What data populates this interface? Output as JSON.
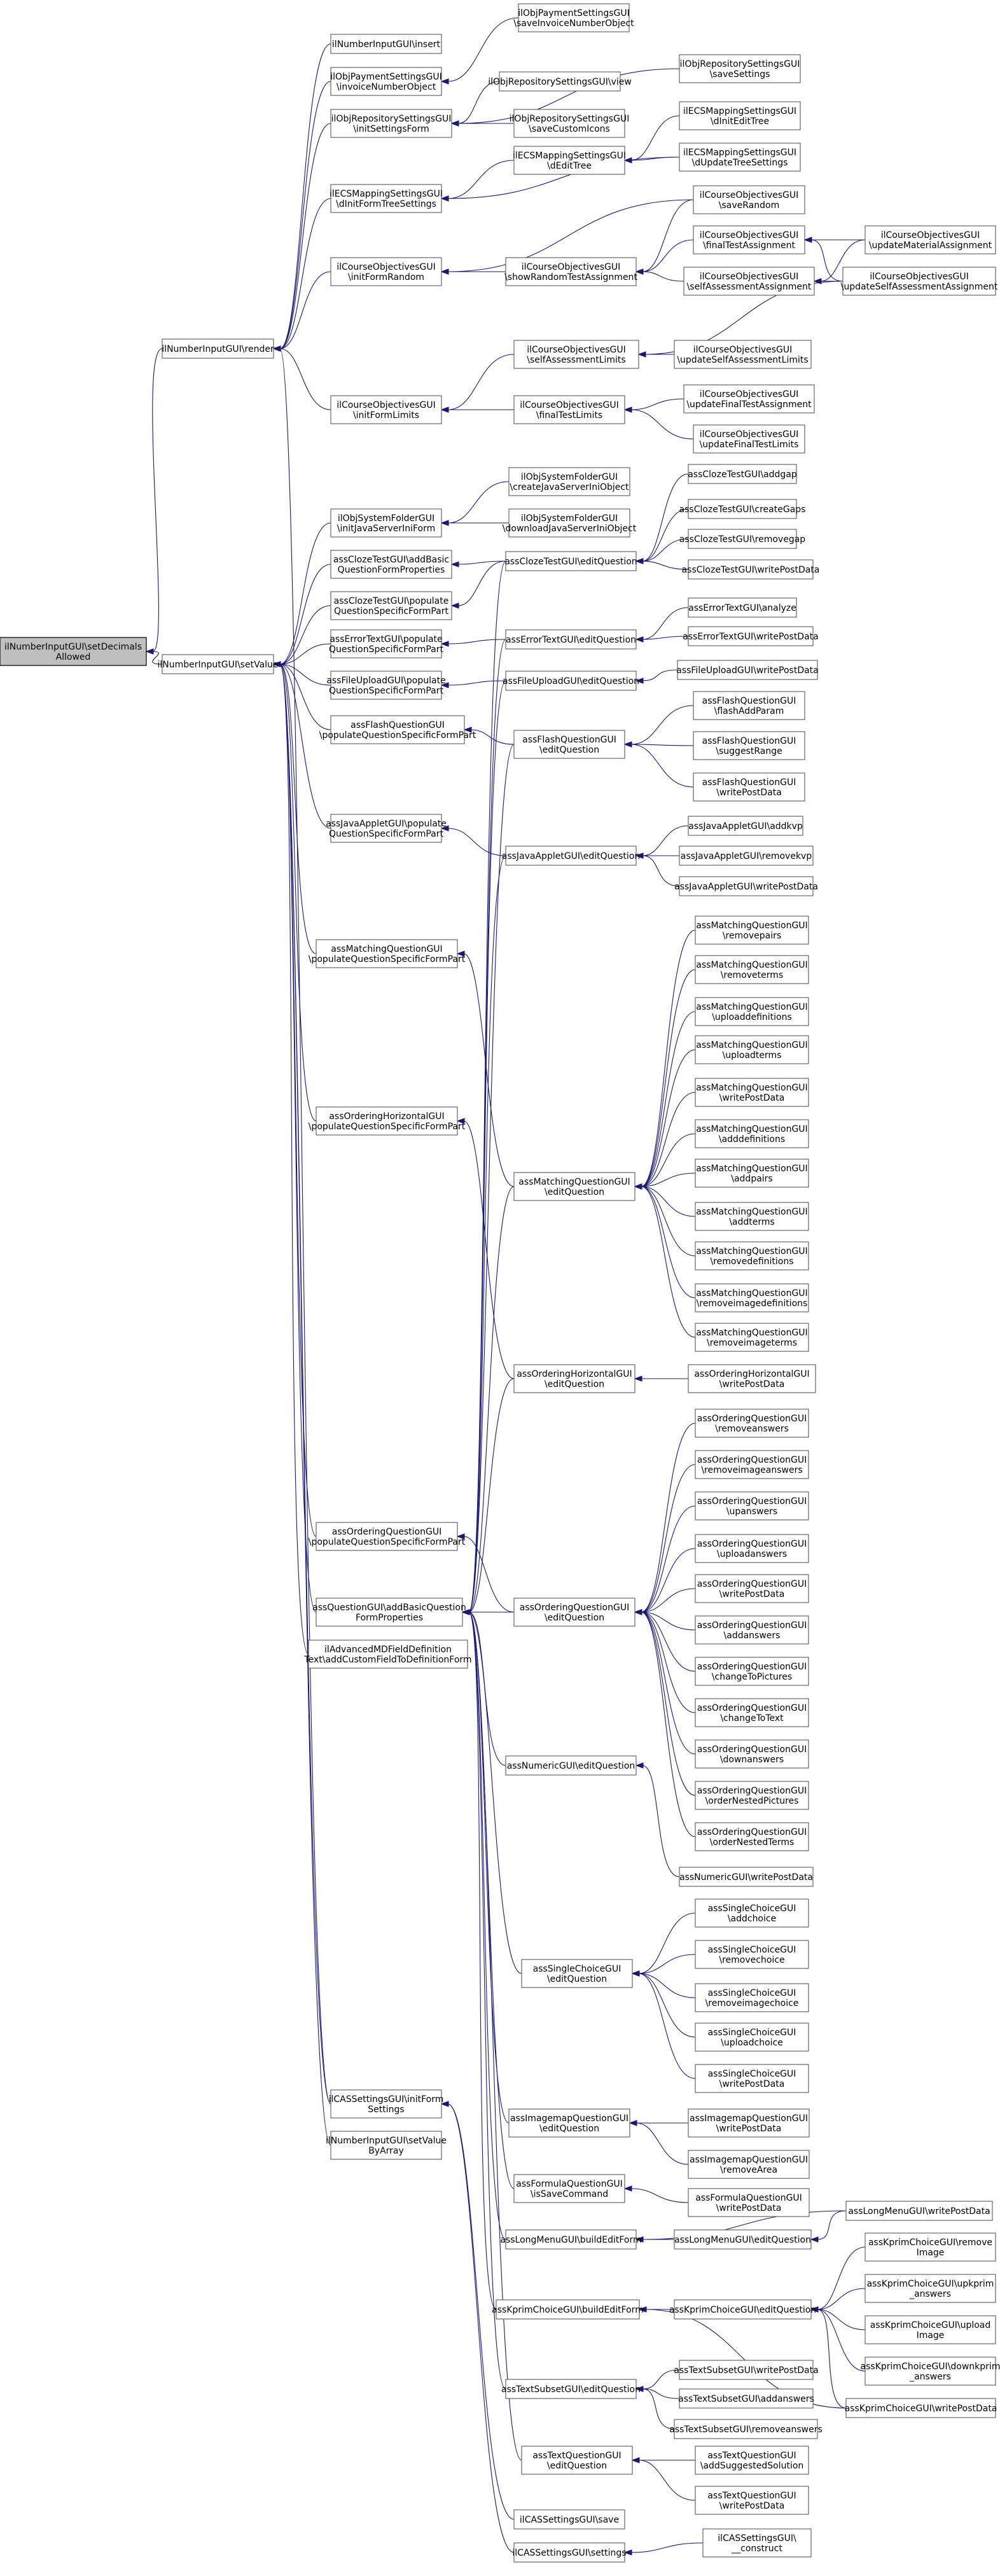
{
  "nodes": {
    "root": [
      "ilNumberInputGUI\\setDecimals",
      "Allowed"
    ],
    "render": [
      "ilNumberInputGUI\\render"
    ],
    "setValue": [
      "ilNumberInputGUI\\setValue"
    ],
    "insert": [
      "ilNumberInputGUI\\insert"
    ],
    "invoiceNumber": [
      "ilObjPaymentSettingsGUI",
      "\\invoiceNumberObject"
    ],
    "saveInvoice": [
      "ilObjPaymentSettingsGUI",
      "\\saveInvoiceNumberObject"
    ],
    "initSettingsForm": [
      "ilObjRepositorySettingsGUI",
      "\\initSettingsForm"
    ],
    "repoView": [
      "ilObjRepositorySettingsGUI\\view"
    ],
    "repoSaveSettings": [
      "ilObjRepositorySettingsGUI",
      "\\saveSettings"
    ],
    "repoSaveCustomIcons": [
      "ilObjRepositorySettingsGUI",
      "\\saveCustomIcons"
    ],
    "ecsInitFormTree": [
      "ilECSMappingSettingsGUI",
      "\\dInitFormTreeSettings"
    ],
    "ecsEditTree": [
      "ilECSMappingSettingsGUI",
      "\\dEditTree"
    ],
    "ecsInitEditTree": [
      "ilECSMappingSettingsGUI",
      "\\dInitEditTree"
    ],
    "ecsUpdateTree": [
      "ilECSMappingSettingsGUI",
      "\\dUpdateTreeSettings"
    ],
    "coInitFormRandom": [
      "ilCourseObjectivesGUI",
      "\\initFormRandom"
    ],
    "coShowRandom": [
      "ilCourseObjectivesGUI",
      "\\showRandomTestAssignment"
    ],
    "coSaveRandom": [
      "ilCourseObjectivesGUI",
      "\\saveRandom"
    ],
    "coFinalTestAssignment": [
      "ilCourseObjectivesGUI",
      "\\finalTestAssignment"
    ],
    "coSelfAssessmentAssignment": [
      "ilCourseObjectivesGUI",
      "\\selfAssessmentAssignment"
    ],
    "coUpdateMaterial": [
      "ilCourseObjectivesGUI",
      "\\updateMaterialAssignment"
    ],
    "coUpdateSelfAssessmentAssignment": [
      "ilCourseObjectivesGUI",
      "\\updateSelfAssessmentAssignment"
    ],
    "coInitFormLimits": [
      "ilCourseObjectivesGUI",
      "\\initFormLimits"
    ],
    "coSelfAssessmentLimits": [
      "ilCourseObjectivesGUI",
      "\\selfAssessmentLimits"
    ],
    "coFinalTestLimits": [
      "ilCourseObjectivesGUI",
      "\\finalTestLimits"
    ],
    "coUpdateSelfAssessmentLimits": [
      "ilCourseObjectivesGUI",
      "\\updateSelfAssessmentLimits"
    ],
    "coUpdateFinalTestAssignment": [
      "ilCourseObjectivesGUI",
      "\\updateFinalTestAssignment"
    ],
    "coUpdateFinalTestLimits": [
      "ilCourseObjectivesGUI",
      "\\updateFinalTestLimits"
    ],
    "sysInitJava": [
      "ilObjSystemFolderGUI",
      "\\initJavaServerIniForm"
    ],
    "sysCreateJava": [
      "ilObjSystemFolderGUI",
      "\\createJavaServerIniObject"
    ],
    "sysDownloadJava": [
      "ilObjSystemFolderGUI",
      "\\downloadJavaServerIniObject"
    ],
    "clozeAddBasic": [
      "assClozeTestGUI\\addBasic",
      "QuestionFormProperties"
    ],
    "clozePopulate": [
      "assClozeTestGUI\\populate",
      "QuestionSpecificFormPart"
    ],
    "clozeEditQuestion": [
      "assClozeTestGUI\\editQuestion"
    ],
    "clozeAddgap": [
      "assClozeTestGUI\\addgap"
    ],
    "clozeCreateGaps": [
      "assClozeTestGUI\\createGaps"
    ],
    "clozeRemovegap": [
      "assClozeTestGUI\\removegap"
    ],
    "clozeWritePostData": [
      "assClozeTestGUI\\writePostData"
    ],
    "errorPopulate": [
      "assErrorTextGUI\\populate",
      "QuestionSpecificFormPart"
    ],
    "errorEditQuestion": [
      "assErrorTextGUI\\editQuestion"
    ],
    "errorAnalyze": [
      "assErrorTextGUI\\analyze"
    ],
    "errorWritePostData": [
      "assErrorTextGUI\\writePostData"
    ],
    "fileuploadPopulate": [
      "assFileUploadGUI\\populate",
      "QuestionSpecificFormPart"
    ],
    "fileuploadEditQuestion": [
      "assFileUploadGUI\\editQuestion"
    ],
    "fileuploadWritePostData": [
      "assFileUploadGUI\\writePostData"
    ],
    "flashPopulate": [
      "assFlashQuestionGUI",
      "\\populateQuestionSpecificFormPart"
    ],
    "flashEditQuestion": [
      "assFlashQuestionGUI",
      "\\editQuestion"
    ],
    "flashAddParam": [
      "assFlashQuestionGUI",
      "\\flashAddParam"
    ],
    "flashSuggestRange": [
      "assFlashQuestionGUI",
      "\\suggestRange"
    ],
    "flashWritePostData": [
      "assFlashQuestionGUI",
      "\\writePostData"
    ],
    "javaPopulate": [
      "assJavaAppletGUI\\populate",
      "QuestionSpecificFormPart"
    ],
    "javaEditQuestion": [
      "assJavaAppletGUI\\editQuestion"
    ],
    "javaAddkvp": [
      "assJavaAppletGUI\\addkvp"
    ],
    "javaRemovekvp": [
      "assJavaAppletGUI\\removekvp"
    ],
    "javaWritePostData": [
      "assJavaAppletGUI\\writePostData"
    ],
    "matchingPopulate": [
      "assMatchingQuestionGUI",
      "\\populateQuestionSpecificFormPart"
    ],
    "matchingEditQuestion": [
      "assMatchingQuestionGUI",
      "\\editQuestion"
    ],
    "matchingRemovepairs": [
      "assMatchingQuestionGUI",
      "\\removepairs"
    ],
    "matchingRemoveterms": [
      "assMatchingQuestionGUI",
      "\\removeterms"
    ],
    "matchingUploaddefinitions": [
      "assMatchingQuestionGUI",
      "\\uploaddefinitions"
    ],
    "matchingUploadterms": [
      "assMatchingQuestionGUI",
      "\\uploadterms"
    ],
    "matchingWritePostData": [
      "assMatchingQuestionGUI",
      "\\writePostData"
    ],
    "matchingAdddefinitions": [
      "assMatchingQuestionGUI",
      "\\adddefinitions"
    ],
    "matchingAddpairs": [
      "assMatchingQuestionGUI",
      "\\addpairs"
    ],
    "matchingAddterms": [
      "assMatchingQuestionGUI",
      "\\addterms"
    ],
    "matchingRemovedefinitions": [
      "assMatchingQuestionGUI",
      "\\removedefinitions"
    ],
    "matchingRemoveimagedefinitions": [
      "assMatchingQuestionGUI",
      "\\removeimagedefinitions"
    ],
    "matchingRemoveimageterms": [
      "assMatchingQuestionGUI",
      "\\removeimageterms"
    ],
    "orderingHorizPopulate": [
      "assOrderingHorizontalGUI",
      "\\populateQuestionSpecificFormPart"
    ],
    "orderingHorizEditQuestion": [
      "assOrderingHorizontalGUI",
      "\\editQuestion"
    ],
    "orderingHorizWritePostData": [
      "assOrderingHorizontalGUI",
      "\\writePostData"
    ],
    "orderingPopulate": [
      "assOrderingQuestionGUI",
      "\\populateQuestionSpecificFormPart"
    ],
    "orderingEditQuestion": [
      "assOrderingQuestionGUI",
      "\\editQuestion"
    ],
    "orderingRemoveanswers": [
      "assOrderingQuestionGUI",
      "\\removeanswers"
    ],
    "orderingRemoveimageanswers": [
      "assOrderingQuestionGUI",
      "\\removeimageanswers"
    ],
    "orderingUpanswers": [
      "assOrderingQuestionGUI",
      "\\upanswers"
    ],
    "orderingUploadanswers": [
      "assOrderingQuestionGUI",
      "\\uploadanswers"
    ],
    "orderingWritePostData": [
      "assOrderingQuestionGUI",
      "\\writePostData"
    ],
    "orderingAddanswers": [
      "assOrderingQuestionGUI",
      "\\addanswers"
    ],
    "orderingChangeToPictures": [
      "assOrderingQuestionGUI",
      "\\changeToPictures"
    ],
    "orderingChangeToText": [
      "assOrderingQuestionGUI",
      "\\changeToText"
    ],
    "orderingDownanswers": [
      "assOrderingQuestionGUI",
      "\\downanswers"
    ],
    "orderingOrderNestedPictures": [
      "assOrderingQuestionGUI",
      "\\orderNestedPictures"
    ],
    "orderingOrderNestedTerms": [
      "assOrderingQuestionGUI",
      "\\orderNestedTerms"
    ],
    "qAddBasic": [
      "assQuestionGUI\\addBasicQuestion",
      "FormProperties"
    ],
    "advancedMD": [
      "ilAdvancedMDFieldDefinition",
      "Text\\addCustomFieldToDefinitionForm"
    ],
    "numericEditQuestion": [
      "assNumericGUI\\editQuestion"
    ],
    "numericWritePostData": [
      "assNumericGUI\\writePostData"
    ],
    "scEditQuestion": [
      "assSingleChoiceGUI",
      "\\editQuestion"
    ],
    "scAddchoice": [
      "assSingleChoiceGUI",
      "\\addchoice"
    ],
    "scRemovechoice": [
      "assSingleChoiceGUI",
      "\\removechoice"
    ],
    "scRemoveimagechoice": [
      "assSingleChoiceGUI",
      "\\removeimagechoice"
    ],
    "scUploadchoice": [
      "assSingleChoiceGUI",
      "\\uploadchoice"
    ],
    "scWritePostData": [
      "assSingleChoiceGUI",
      "\\writePostData"
    ],
    "casInitForm": [
      "ilCASSettingsGUI\\initForm",
      "Settings"
    ],
    "setValueByArray": [
      "ilNumberInputGUI\\setValue",
      "ByArray"
    ],
    "imagemapEditQuestion": [
      "assImagemapQuestionGUI",
      "\\editQuestion"
    ],
    "imagemapWritePostData": [
      "assImagemapQuestionGUI",
      "\\writePostData"
    ],
    "imagemapRemoveArea": [
      "assImagemapQuestionGUI",
      "\\removeArea"
    ],
    "formulaIsSave": [
      "assFormulaQuestionGUI",
      "\\isSaveCommand"
    ],
    "formulaWritePostData": [
      "assFormulaQuestionGUI",
      "\\writePostData"
    ],
    "longBuildEdit": [
      "assLongMenuGUI\\buildEditForm"
    ],
    "longEditQuestion": [
      "assLongMenuGUI\\editQuestion"
    ],
    "longWritePostData": [
      "assLongMenuGUI\\writePostData"
    ],
    "kprimBuildEdit": [
      "assKprimChoiceGUI\\buildEditForm"
    ],
    "kprimEditQuestion": [
      "assKprimChoiceGUI\\editQuestion"
    ],
    "kprimRemoveImage": [
      "assKprimChoiceGUI\\remove",
      "Image"
    ],
    "kprimUpkprim": [
      "assKprimChoiceGUI\\upkprim",
      "_answers"
    ],
    "kprimUploadImage": [
      "assKprimChoiceGUI\\upload",
      "Image"
    ],
    "kprimDownkprim": [
      "assKprimChoiceGUI\\downkprim",
      "_answers"
    ],
    "kprimWritePostData": [
      "assKprimChoiceGUI\\writePostData"
    ],
    "textSubsetEditQuestion": [
      "assTextSubsetGUI\\editQuestion"
    ],
    "textSubsetWritePostData": [
      "assTextSubsetGUI\\writePostData"
    ],
    "textSubsetAddanswers": [
      "assTextSubsetGUI\\addanswers"
    ],
    "textSubsetRemoveanswers": [
      "assTextSubsetGUI\\removeanswers"
    ],
    "textEditQuestion": [
      "assTextQuestionGUI",
      "\\editQuestion"
    ],
    "textAddSuggested": [
      "assTextQuestionGUI",
      "\\addSuggestedSolution"
    ],
    "textWritePostData": [
      "assTextQuestionGUI",
      "\\writePostData"
    ],
    "casSave": [
      "ilCASSettingsGUI\\save"
    ],
    "casSettings": [
      "ilCASSettingsGUI\\settings"
    ],
    "casConstruct": [
      "ilCASSettingsGUI\\",
      "__construct"
    ]
  },
  "colors": {
    "edge": "#191970",
    "root_fill": "#bfbfbf",
    "node_border": "#666666"
  }
}
